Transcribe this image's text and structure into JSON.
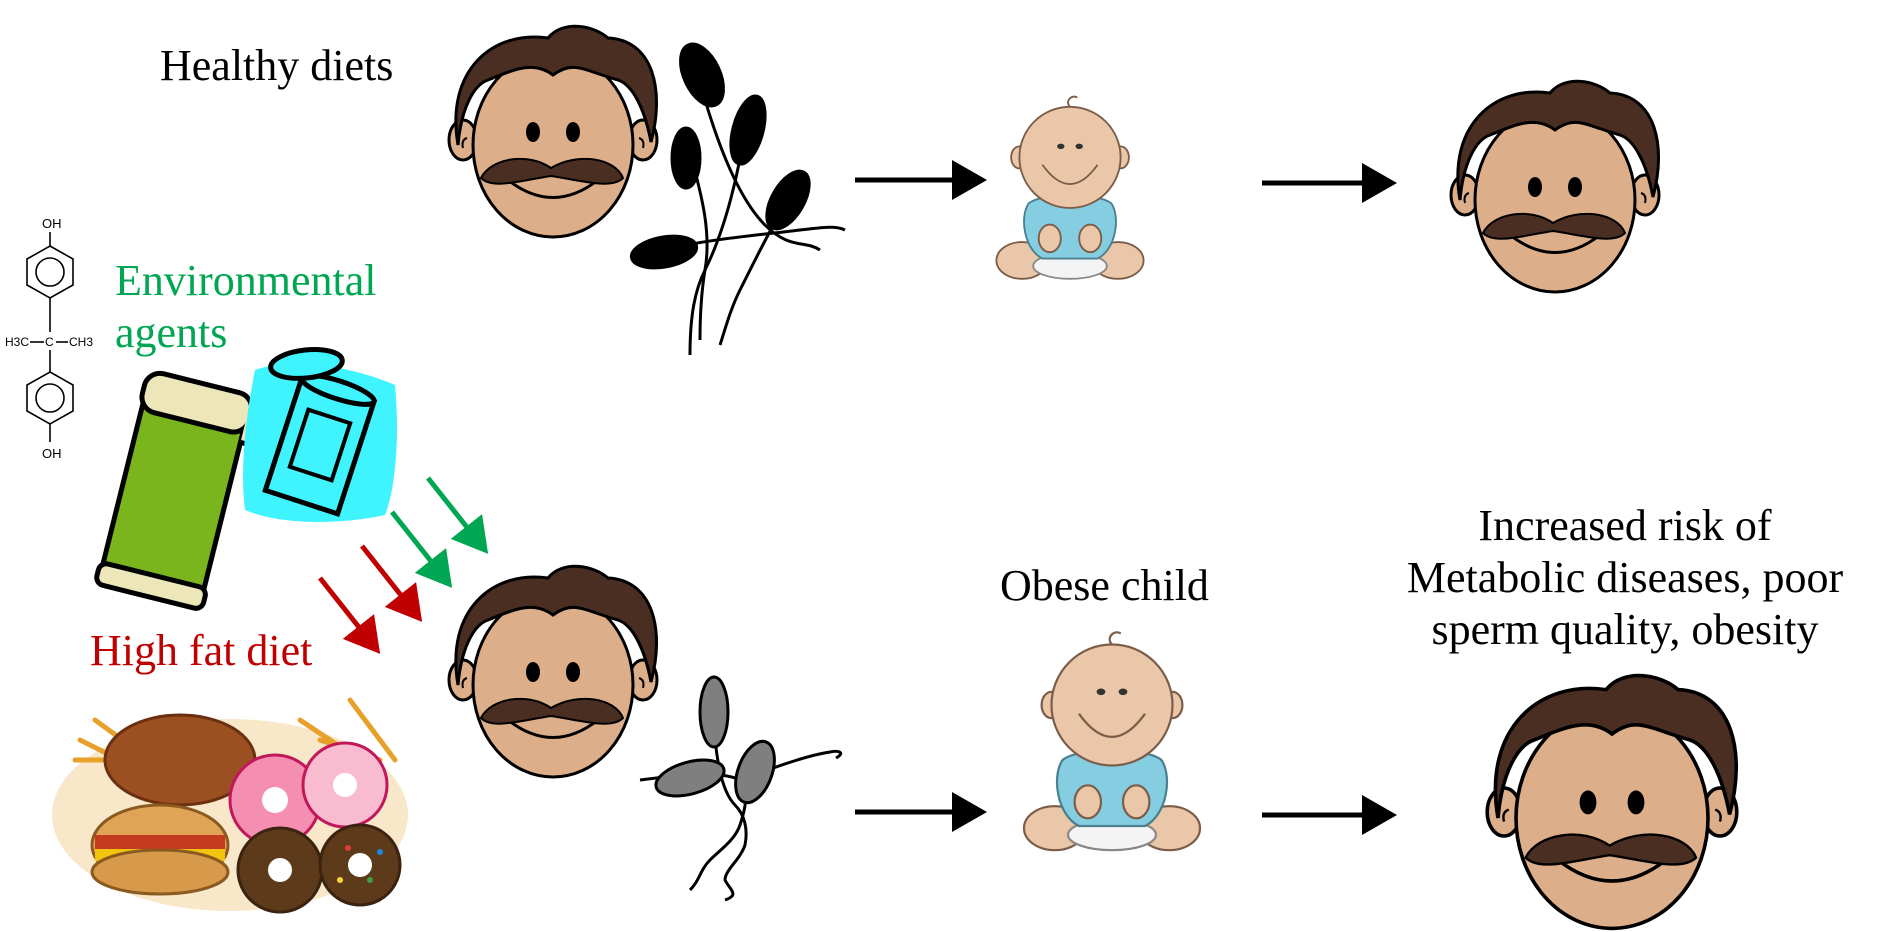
{
  "labels": {
    "healthy": "Healthy diets",
    "environmental_1": "Environmental",
    "environmental_2": "agents",
    "high_fat": "High fat diet",
    "obese_child": "Obese child",
    "risk_1": "Increased risk of",
    "risk_2": "Metabolic diseases, poor",
    "risk_3": "sperm quality, obesity"
  },
  "chemical": {
    "oh_top": "OH",
    "oh_bottom": "OH",
    "h3c": "H3C",
    "c": "C",
    "ch3": "CH3"
  },
  "colors": {
    "environmental": "#00a651",
    "high_fat": "#c00000",
    "hair": "#4a2e22",
    "skin": "#dcae8a",
    "baby_shirt": "#85cde1",
    "sperm_healthy": "#000000",
    "sperm_damaged": "#7f7f7f",
    "bottle": "#7ab51d",
    "can_bg": "#40f4ff"
  },
  "icons": [
    "father-face-icon",
    "sperm-icon",
    "baby-icon",
    "bisphenol-molecule-icon",
    "thermos-bottle-icon",
    "tin-can-icon",
    "junk-food-icon",
    "arrow-right-icon"
  ]
}
